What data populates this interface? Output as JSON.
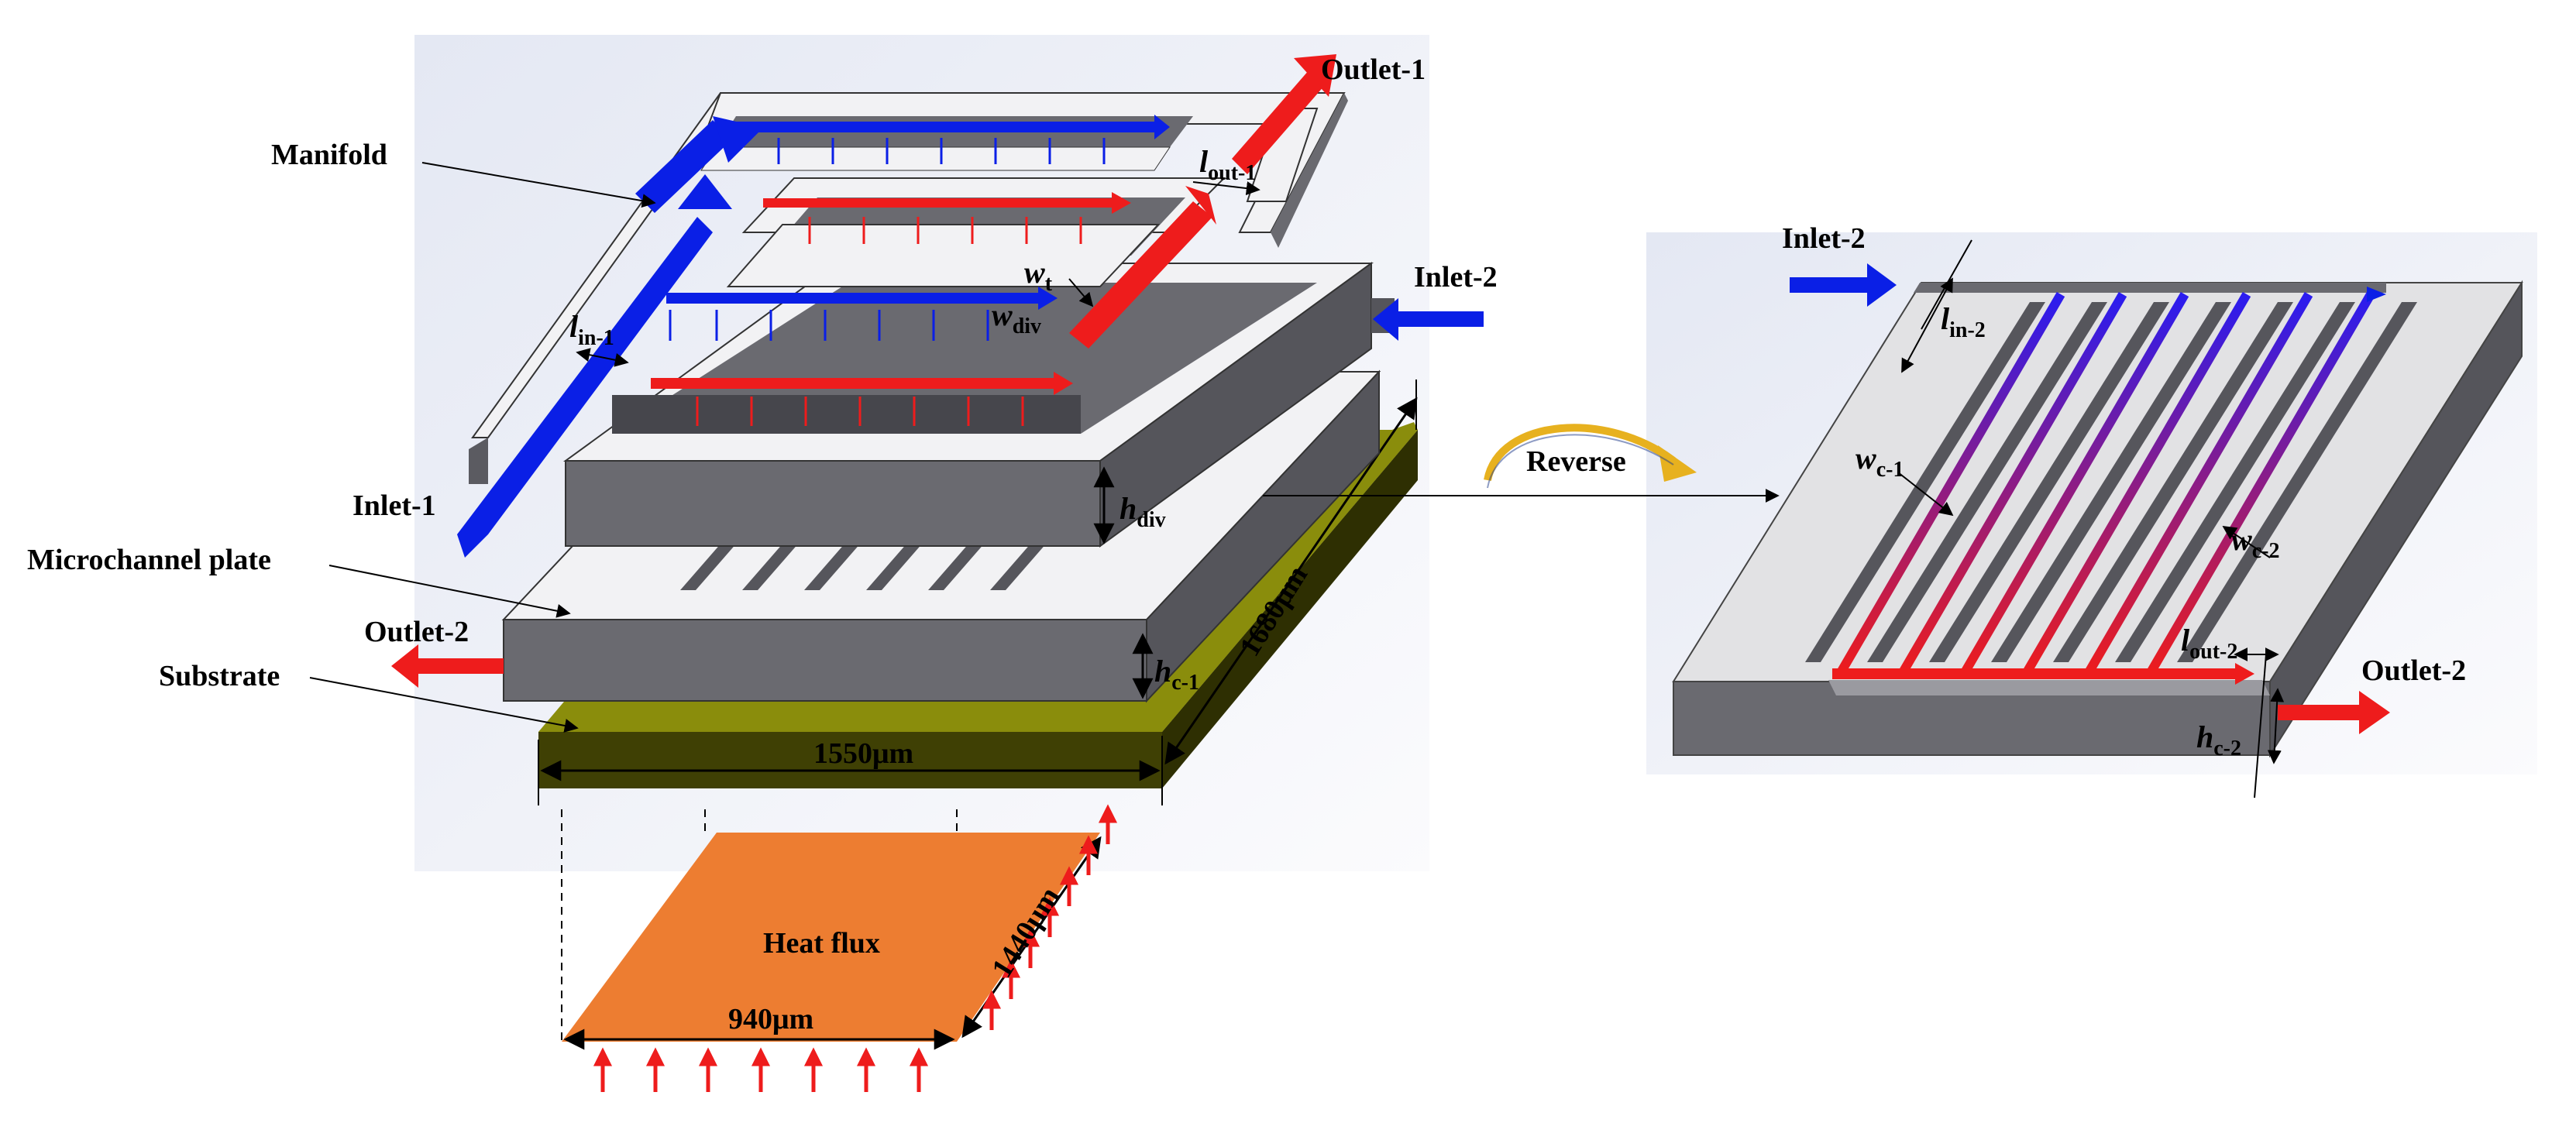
{
  "labels": {
    "manifold": "Manifold",
    "inlet_1": "Inlet-1",
    "outlet_1": "Outlet-1",
    "inlet_2_left": "Inlet-2",
    "inlet_2_right": "Inlet-2",
    "outlet_2_left": "Outlet-2",
    "outlet_2_right": "Outlet-2",
    "microchannel_plate": "Microchannel plate",
    "substrate": "Substrate",
    "reverse": "Reverse",
    "heat_flux": "Heat flux"
  },
  "dimensions": {
    "substrate_width": "1550μm",
    "substrate_depth": "1680μm",
    "heat_width": "940μm",
    "heat_depth": "1440μm"
  },
  "symbols": {
    "l": "l",
    "w": "w",
    "h": "h",
    "out_1": "out-1",
    "in_1": "in-1",
    "t": "t",
    "div": "div",
    "c_1": "c-1",
    "in_2": "in-2",
    "c_2": "c-2",
    "out_2": "out-2"
  },
  "colors": {
    "cold_flow": "#0a1fe6",
    "hot_flow": "#ee1c1c",
    "substrate": "#8a8d0c",
    "heat_source": "#ed7d31",
    "wall_top": "#f2f2f4",
    "wall_side": "#6a6a70"
  }
}
